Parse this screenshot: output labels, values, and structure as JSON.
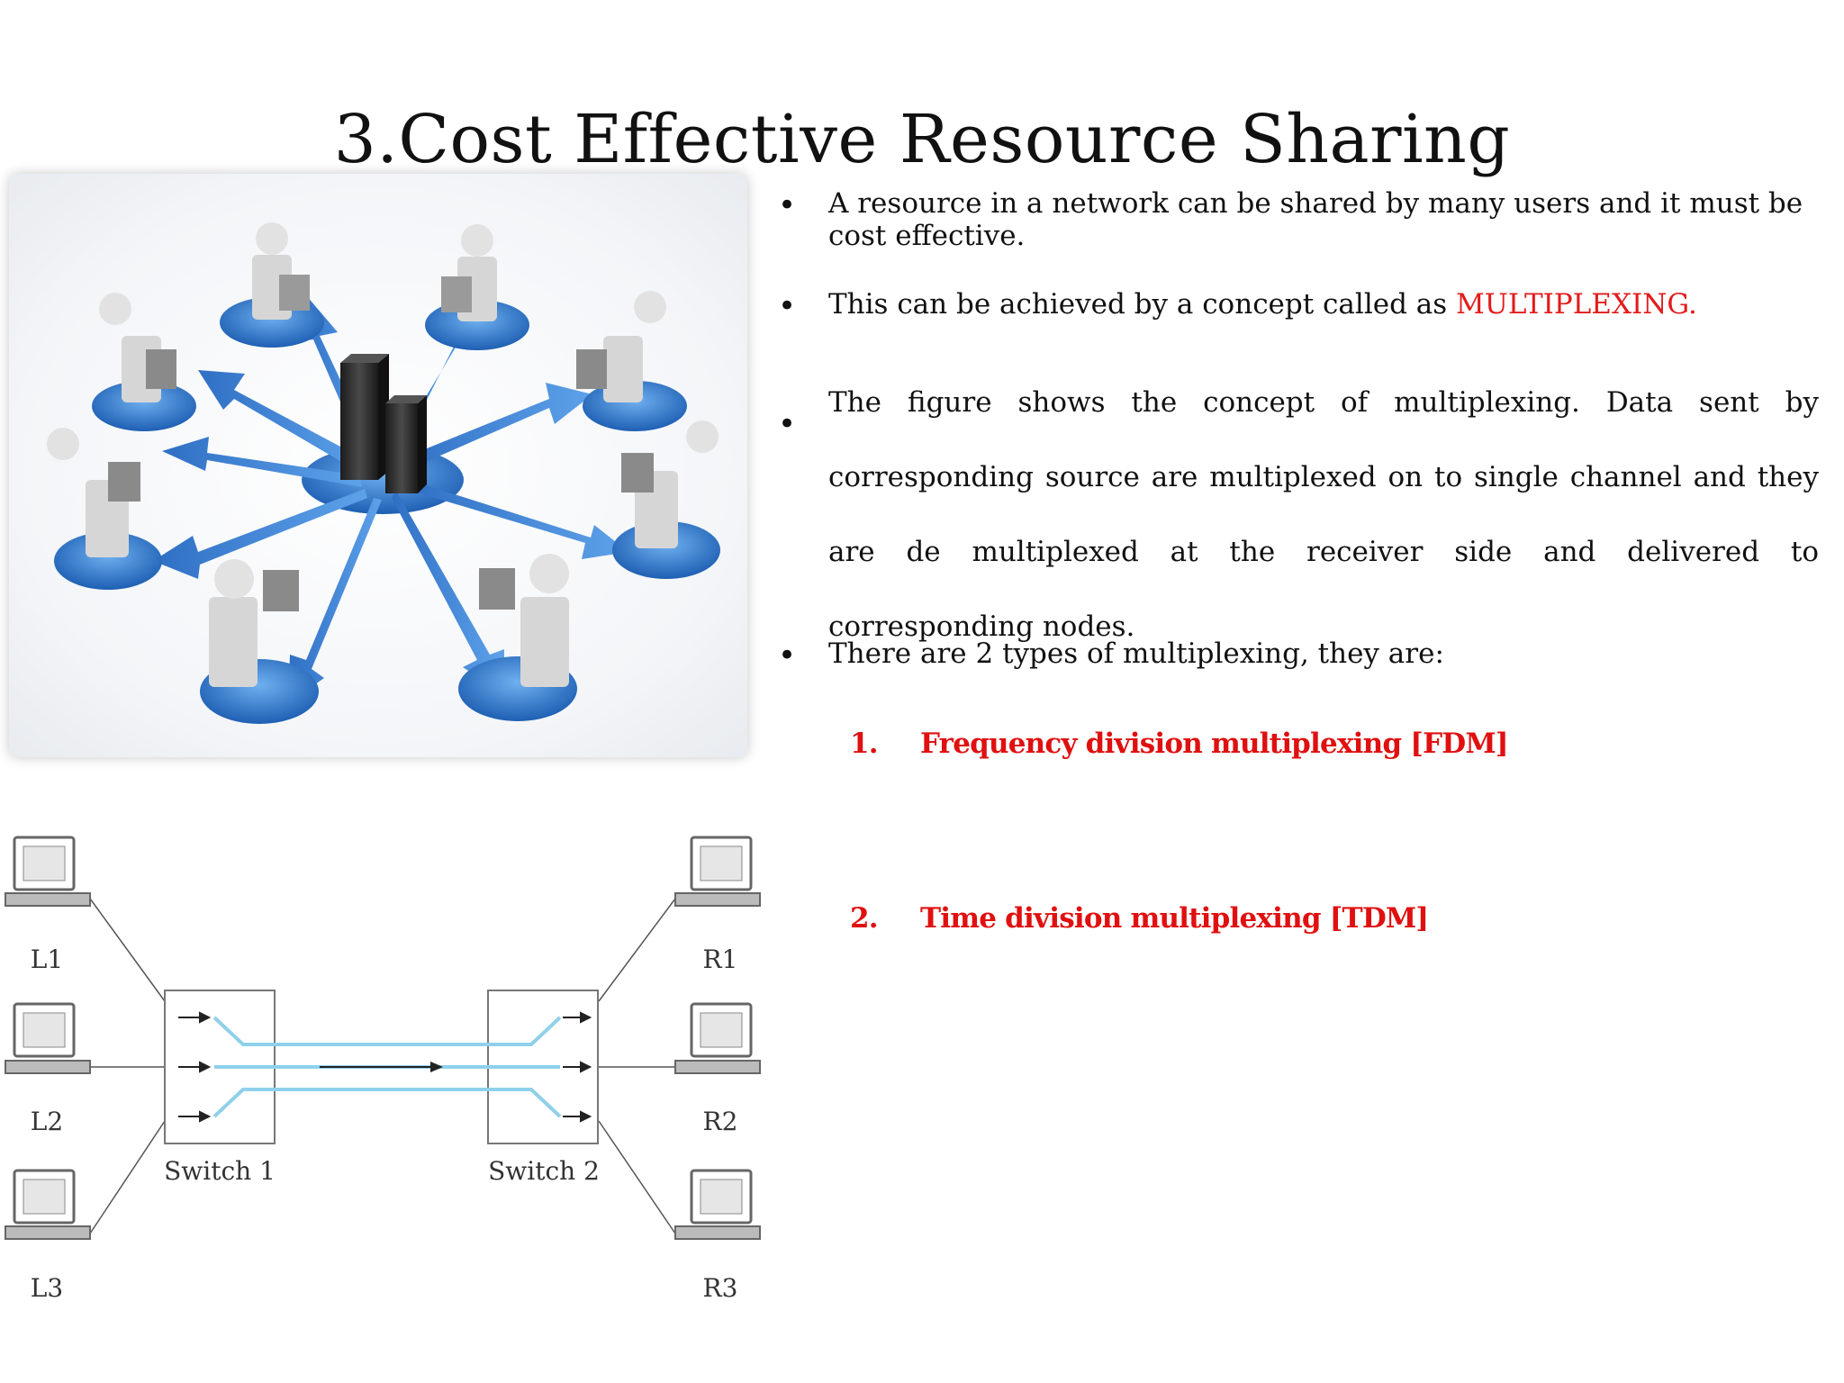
{
  "slide": {
    "title": "3.Cost Effective Resource Sharing"
  },
  "bullets": [
    {
      "text": "A resource in a network can be shared by many users and it must be cost effective."
    },
    {
      "text": "This can be achieved by a concept called as ",
      "highlight": "MULTIPLEXING."
    },
    {
      "text": "The figure shows the concept of multiplexing. Data sent by corresponding source are multiplexed on to single channel and they are de multiplexed at the receiver side and delivered to corresponding nodes."
    },
    {
      "text": "There are 2 types of multiplexing, they are:"
    }
  ],
  "types": [
    {
      "number": "1.",
      "label": "Frequency division multiplexing [FDM]"
    },
    {
      "number": "2.",
      "label": "Time division multiplexing [TDM]"
    }
  ],
  "diagram": {
    "left_nodes": [
      "L1",
      "L2",
      "L3"
    ],
    "right_nodes": [
      "R1",
      "R2",
      "R3"
    ],
    "switch_left": "Switch 1",
    "switch_right": "Switch 2"
  },
  "colors": {
    "highlight": "#e31b1b",
    "network_blue": "#3a7fd0",
    "channel_blue": "#8fd0ea"
  }
}
